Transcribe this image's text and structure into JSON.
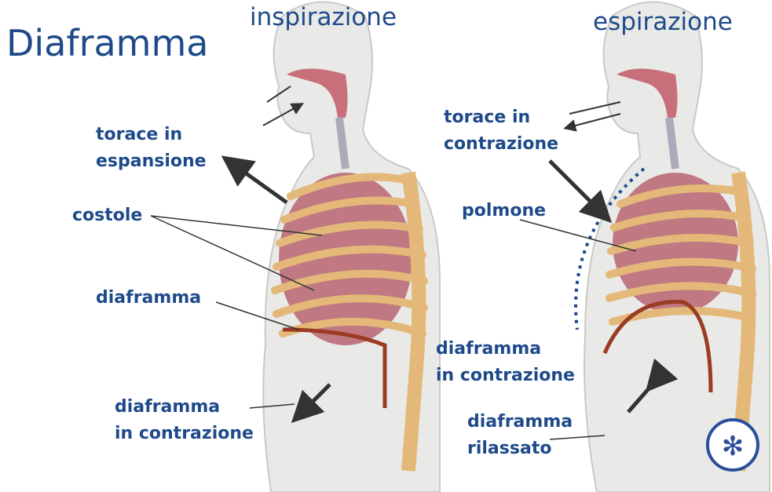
{
  "title": "Diaframma",
  "inspiration": {
    "heading": "inspirazione",
    "labels": {
      "chest_line1": "torace in",
      "chest_line2": "espansione",
      "ribs": "costole",
      "diaphragm": "diaframma",
      "diaphragm_contracting_line1": "diaframma",
      "diaphragm_contracting_line2": "in contrazione"
    }
  },
  "expiration": {
    "heading": "espirazione",
    "labels": {
      "chest_line1": "torace in",
      "chest_line2": "contrazione",
      "lung": "polmone",
      "diaphragm_contracting_line1": "diaframma",
      "diaphragm_contracting_line2": "in contrazione",
      "diaphragm_relaxed_line1": "diaframma",
      "diaphragm_relaxed_line2": "rilassato"
    }
  },
  "colors": {
    "text": "#1e4a8a",
    "body": "#e9e9e7",
    "lung": "#c07882",
    "rib": "#e3b878",
    "diaphragm": "#9a3b22",
    "arrow": "#333333"
  },
  "logo": "logo-emblem"
}
